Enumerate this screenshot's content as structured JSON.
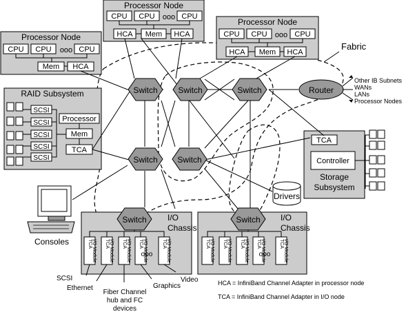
{
  "processor_nodes": [
    {
      "title": "Processor Node",
      "cpu": [
        "CPU",
        "CPU",
        "CPU"
      ],
      "dots": "ooo",
      "mem": "Mem",
      "hca": [
        "HCA"
      ]
    },
    {
      "title": "Processor Node",
      "cpu": [
        "CPU",
        "CPU",
        "CPU"
      ],
      "dots": "ooo",
      "mem": "Mem",
      "hca": [
        "HCA",
        "HCA"
      ]
    },
    {
      "title": "Processor Node",
      "cpu": [
        "CPU",
        "CPU",
        "CPU"
      ],
      "dots": "ooo",
      "mem": "Mem",
      "hca": [
        "HCA",
        "HCA"
      ]
    }
  ],
  "raid": {
    "title": "RAID Subsystem",
    "scsi": [
      "SCSI",
      "SCSI",
      "SCSI",
      "SCSI",
      "SCSI"
    ],
    "processor": "Processor",
    "mem": "Mem",
    "tca": "TCA"
  },
  "switch_label": "Switch",
  "router": "Router",
  "fabric": "Fabric",
  "router_targets": [
    "Other IB Subnets",
    "WANs",
    "LANs",
    "Processor Nodes"
  ],
  "storage": {
    "tca": "TCA",
    "controller": "Controller",
    "title_line1": "Storage",
    "title_line2": "Subsystem"
  },
  "drivers": "Drivers",
  "consoles": "Consoles",
  "io_chassis": {
    "line1": "I/O",
    "line2": "Chassis",
    "tca": "TCA",
    "module": "I/O Module",
    "dots": "ooo"
  },
  "io_devices": {
    "scsi": "SCSI",
    "ethernet": "Ethernet",
    "fc_line1": "Fiber Channel",
    "fc_line2": "hub and FC",
    "fc_line3": "devices",
    "graphics": "Graphics",
    "video": "Video"
  },
  "legend": [
    "HCA = InfiniBand Channel Adapter in processor node",
    "TCA = InfiniBand Channel Adapter in I/O node"
  ]
}
